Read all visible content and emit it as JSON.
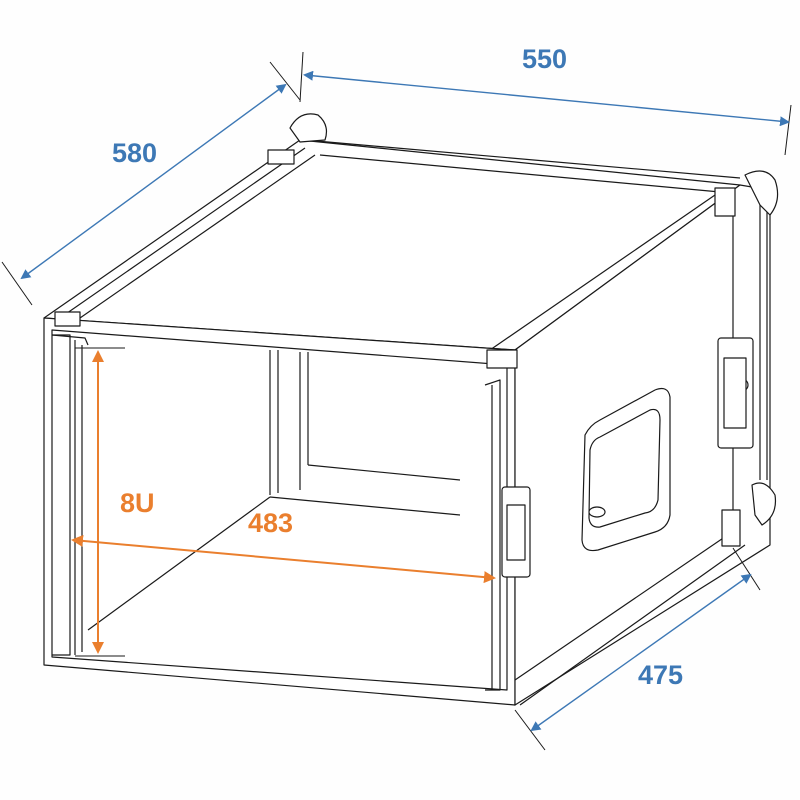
{
  "diagram": {
    "subject": "8U rack flight case",
    "colors": {
      "outline": "#1a1a1a",
      "exterior_dimension": "#3d78b5",
      "interior_dimension": "#ea7f2e",
      "background": "#fefefe"
    },
    "dimensions": {
      "width": {
        "label": "550",
        "type": "exterior"
      },
      "depth": {
        "label": "580",
        "type": "exterior"
      },
      "side_depth": {
        "label": "475",
        "type": "exterior"
      },
      "rack_width": {
        "label": "483",
        "type": "interior"
      },
      "rack_height": {
        "label": "8U",
        "type": "interior"
      }
    },
    "components": [
      "corner-balls",
      "corner-brackets",
      "butterfly-latches",
      "recessed-handle",
      "rack-rails"
    ]
  }
}
